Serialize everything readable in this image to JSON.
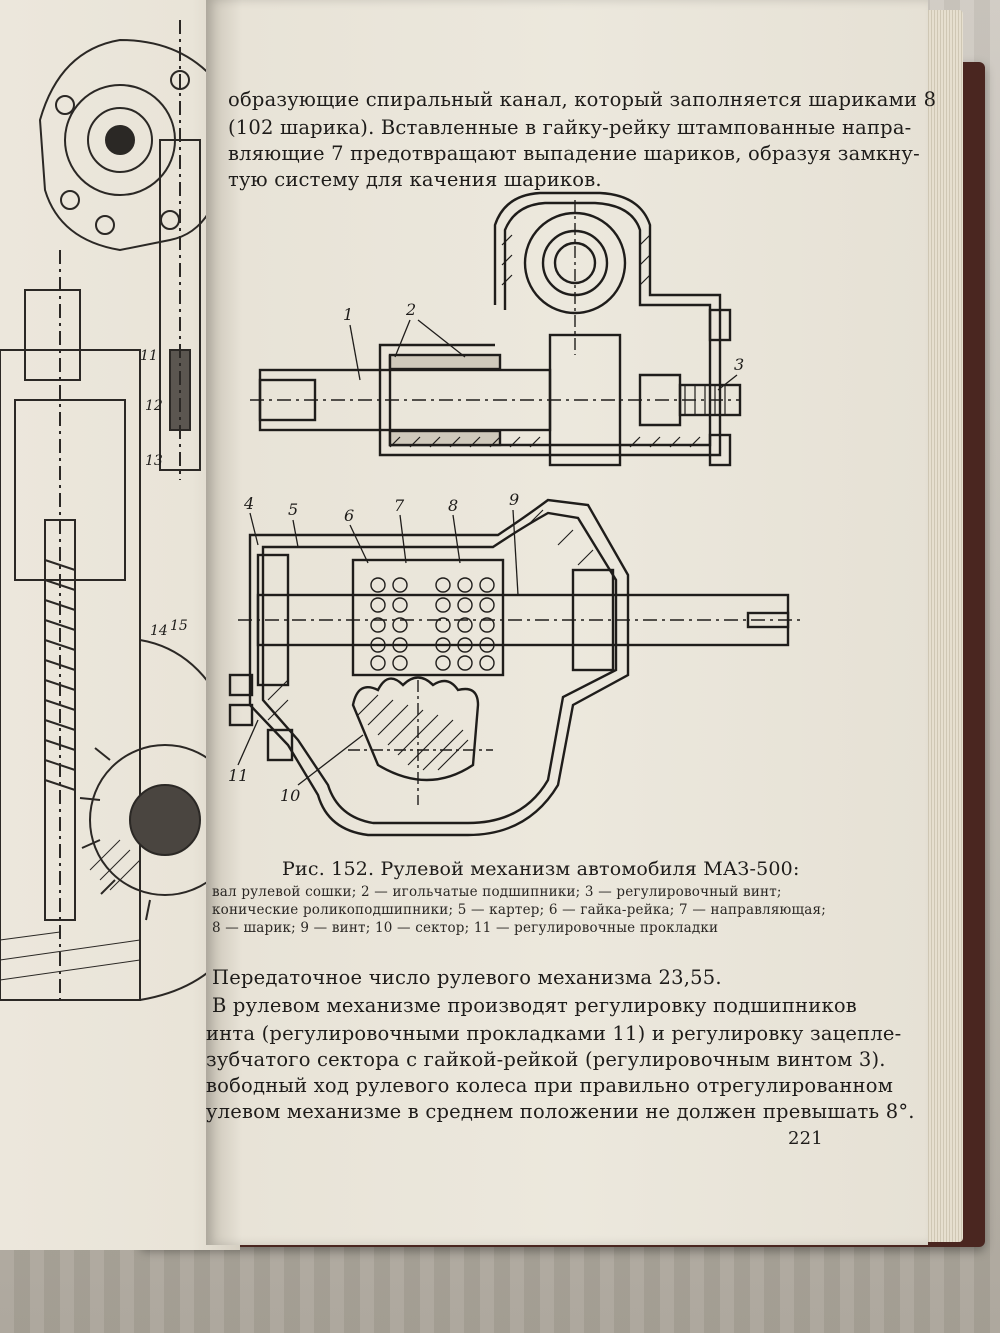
{
  "top_paragraph": [
    "образующие спиральный канал, который заполняется шариками 8",
    "(102 шарика). Вставленные в гайку-рейку штампованные напра-",
    "вляющие 7 предотвращают выпадение шариков, образуя замкну-",
    "тую систему для качения шариков."
  ],
  "figure": {
    "top_labels": [
      "1",
      "2",
      "3"
    ],
    "bottom_labels": [
      "4",
      "5",
      "6",
      "7",
      "8",
      "9",
      "10",
      "11"
    ],
    "left_labels": [
      "11",
      "12",
      "13",
      "14",
      "15"
    ],
    "caption_title": "Рис. 152. Рулевой механизм автомобиля МАЗ-500:",
    "legend": [
      "вал рулевой сошки; 2 — игольчатые подшипники; 3 — регулировочный винт;",
      "конические роликоподшипники; 5 — картер; 6 — гайка-рейка; 7 — направляющая;",
      "8 — шарик; 9 — винт; 10 — сектор; 11 — регулировочные прокладки"
    ]
  },
  "bottom_paragraph": [
    "Передаточное число рулевого механизма 23,55.",
    "В рулевом механизме производят регулировку подшипников",
    "инта (регулировочными прокладками 11) и регулировку зацепле-",
    "зубчатого сектора с гайкой-рейкой (регулировочным винтом 3).",
    "вободный ход рулевого колеса при правильно отрегулированном",
    "улевом механизме в среднем положении не должен превышать 8°."
  ],
  "page_number": "221",
  "colors": {
    "paper": "#ece8dd",
    "ink": "#1e1c1a",
    "cover": "#4a2620"
  }
}
